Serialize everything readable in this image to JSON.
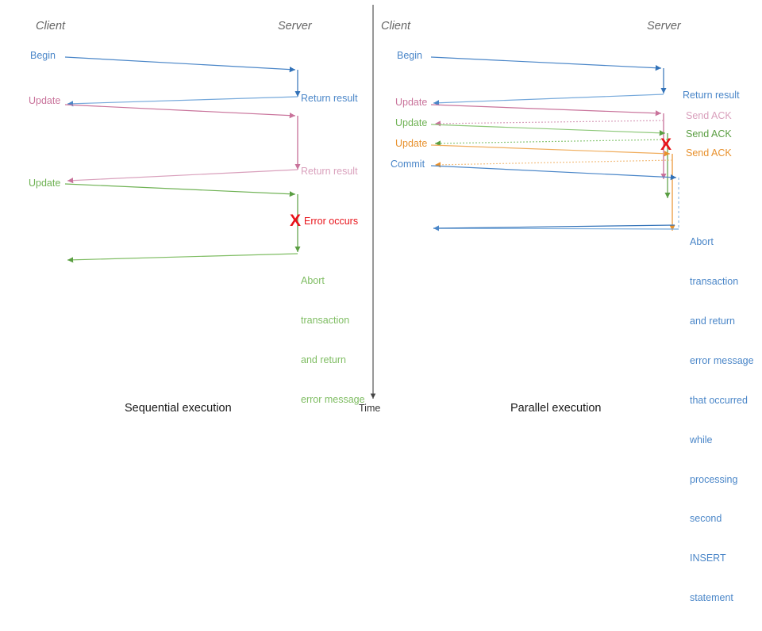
{
  "diagram": {
    "title_left": "Sequential execution",
    "title_right": "Parallel execution",
    "time_axis_label": "Time",
    "colors": {
      "blue": "#4a86c8",
      "pink": "#c9739b",
      "green": "#5a9e42",
      "orange": "#e8912d",
      "red": "#e8131a",
      "gray": "#666666",
      "axis": "#444444"
    }
  },
  "left": {
    "role_client": "Client",
    "role_server": "Server",
    "messages": [
      {
        "label": "Begin",
        "color": "blue",
        "dir": "right",
        "style": "solid"
      },
      {
        "label": "Return result",
        "color": "blue",
        "dir": "left",
        "style": "solid"
      },
      {
        "label": "Update",
        "color": "pink",
        "dir": "right",
        "style": "solid"
      },
      {
        "label": "Return result",
        "color": "pink",
        "dir": "left",
        "style": "solid"
      },
      {
        "label": "Update",
        "color": "green",
        "dir": "right",
        "style": "solid"
      },
      {
        "label": "Abort transaction and return error message",
        "color": "green",
        "dir": "left",
        "style": "solid"
      }
    ],
    "error_label": "Error occurs",
    "error_marker": "X",
    "abort_lines": [
      "Abort",
      "transaction",
      "and return",
      "error message"
    ]
  },
  "right": {
    "role_client": "Client",
    "role_server": "Server",
    "messages": [
      {
        "label": "Begin",
        "color": "blue",
        "dir": "right",
        "style": "solid"
      },
      {
        "label": "Return result",
        "color": "blue",
        "dir": "left",
        "style": "solid"
      },
      {
        "label": "Update",
        "color": "pink",
        "dir": "right",
        "style": "solid"
      },
      {
        "label": "Send ACK",
        "color": "pink",
        "dir": "left",
        "style": "dotted"
      },
      {
        "label": "Update",
        "color": "green",
        "dir": "right",
        "style": "solid"
      },
      {
        "label": "Send ACK",
        "color": "green",
        "dir": "left",
        "style": "dotted"
      },
      {
        "label": "Update",
        "color": "orange",
        "dir": "right",
        "style": "solid"
      },
      {
        "label": "Send ACK",
        "color": "orange",
        "dir": "left",
        "style": "dotted"
      },
      {
        "label": "Commit",
        "color": "blue",
        "dir": "right",
        "style": "solid"
      },
      {
        "label": "Abort transaction and return error message that occurred while processing second INSERT statement",
        "color": "blue",
        "dir": "left",
        "style": "solid"
      }
    ],
    "error_marker": "X",
    "abort_lines": [
      "Abort",
      "transaction",
      "and return",
      "error message",
      "that occurred",
      "while",
      "processing",
      "second",
      "INSERT",
      "statement"
    ]
  }
}
